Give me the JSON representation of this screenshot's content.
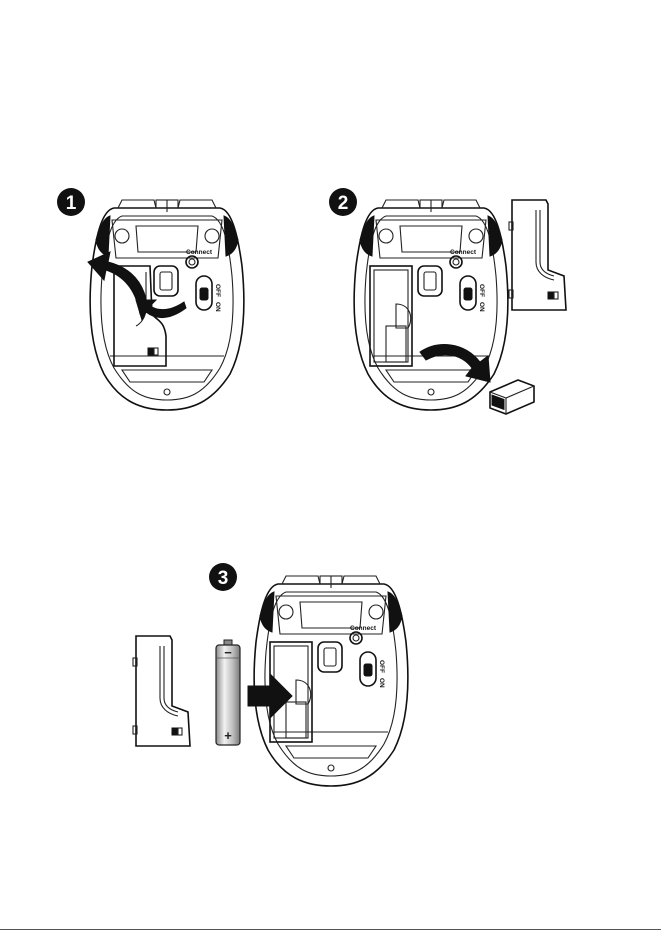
{
  "steps": [
    {
      "number": "1"
    },
    {
      "number": "2"
    },
    {
      "number": "3"
    }
  ],
  "mouse": {
    "connect_label": "Connect",
    "switch_off_label": "OFF",
    "switch_on_label": "ON"
  },
  "battery": {
    "minus_label": "−",
    "plus_label": "+"
  },
  "colors": {
    "outline": "#111111",
    "badge": "#111111",
    "arrow": "#111111",
    "battery_body": "#b8b8b8"
  }
}
